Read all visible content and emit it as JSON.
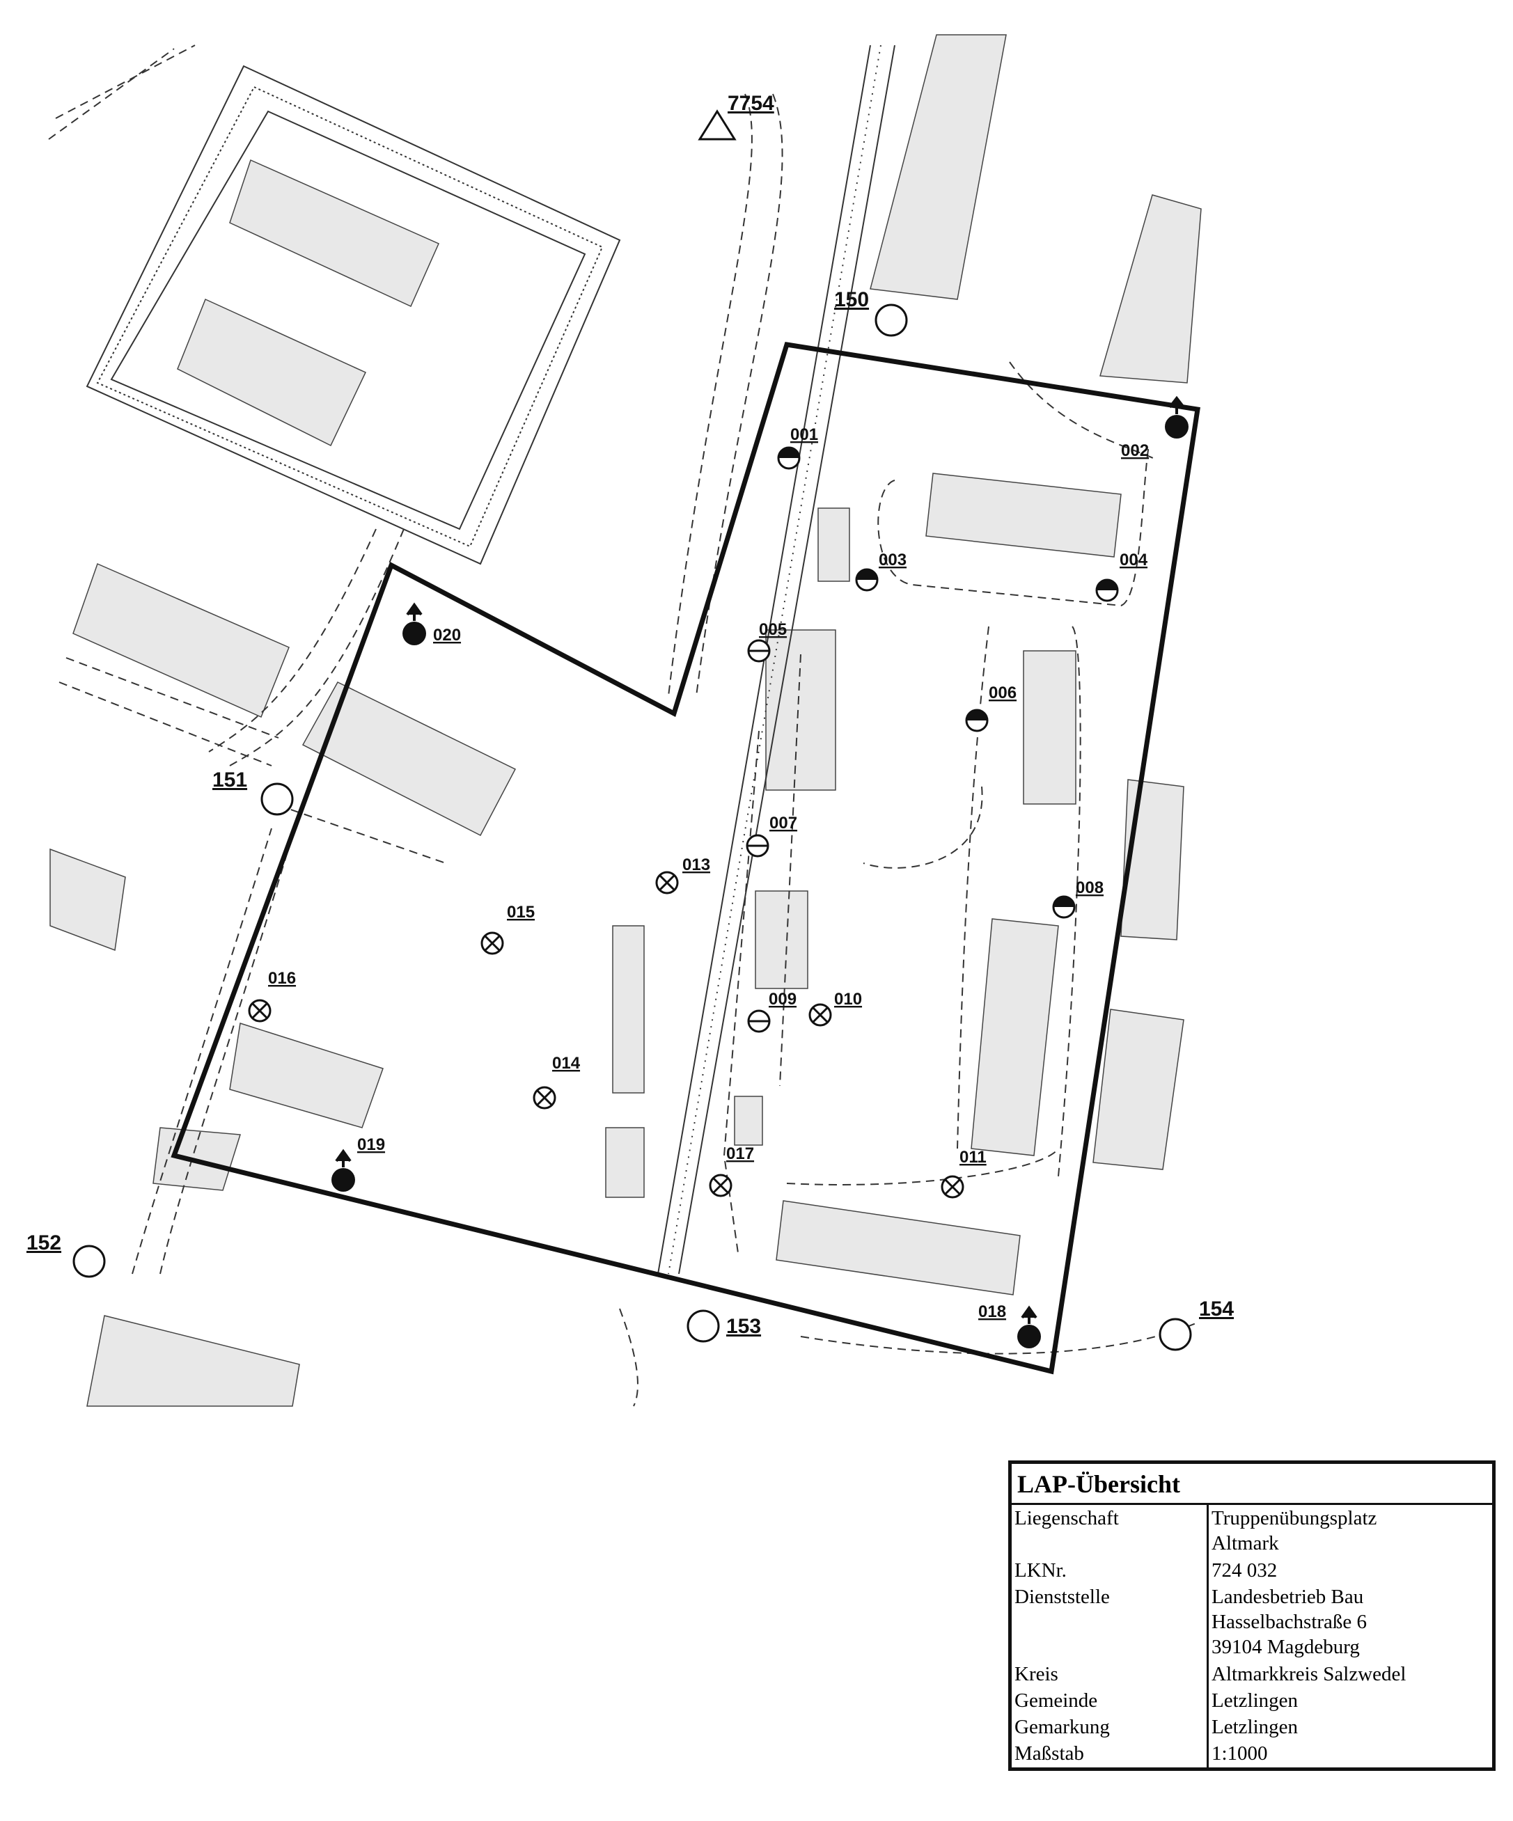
{
  "map": {
    "survey_points": [
      {
        "id": "7754",
        "type": "triangle"
      },
      {
        "id": "150",
        "type": "circle"
      },
      {
        "id": "151",
        "type": "circle"
      },
      {
        "id": "152",
        "type": "circle"
      },
      {
        "id": "153",
        "type": "circle"
      },
      {
        "id": "154",
        "type": "circle"
      }
    ],
    "sample_points": [
      {
        "id": "001",
        "symbol": "half-filled-circle"
      },
      {
        "id": "002",
        "symbol": "filled-circle-arrow"
      },
      {
        "id": "003",
        "symbol": "half-filled-circle"
      },
      {
        "id": "004",
        "symbol": "half-filled-circle"
      },
      {
        "id": "005",
        "symbol": "circle-with-bar"
      },
      {
        "id": "006",
        "symbol": "half-filled-circle"
      },
      {
        "id": "007",
        "symbol": "circle-with-bar"
      },
      {
        "id": "008",
        "symbol": "half-filled-circle"
      },
      {
        "id": "009",
        "symbol": "circle-with-bar"
      },
      {
        "id": "010",
        "symbol": "crossed-circle"
      },
      {
        "id": "011",
        "symbol": "crossed-circle"
      },
      {
        "id": "013",
        "symbol": "crossed-circle"
      },
      {
        "id": "014",
        "symbol": "crossed-circle"
      },
      {
        "id": "015",
        "symbol": "crossed-circle"
      },
      {
        "id": "016",
        "symbol": "crossed-circle"
      },
      {
        "id": "017",
        "symbol": "crossed-circle"
      },
      {
        "id": "018",
        "symbol": "filled-circle-arrow"
      },
      {
        "id": "019",
        "symbol": "filled-circle-arrow"
      },
      {
        "id": "020",
        "symbol": "filled-circle-arrow"
      }
    ]
  },
  "info_box": {
    "title": "LAP-Übersicht",
    "rows": [
      {
        "key": "Liegenschaft",
        "value": "Truppenübungsplatz\nAltmark"
      },
      {
        "key": "LKNr.",
        "value": "724 032"
      },
      {
        "key": "Dienststelle",
        "value": "Landesbetrieb Bau\nHasselbachstraße 6\n39104 Magdeburg"
      },
      {
        "key": "Kreis",
        "value": "Altmarkkreis Salzwedel"
      },
      {
        "key": "Gemeinde",
        "value": "Letzlingen"
      },
      {
        "key": "Gemarkung",
        "value": "Letzlingen"
      },
      {
        "key": "Maßstab",
        "value": "1:1000"
      }
    ]
  }
}
